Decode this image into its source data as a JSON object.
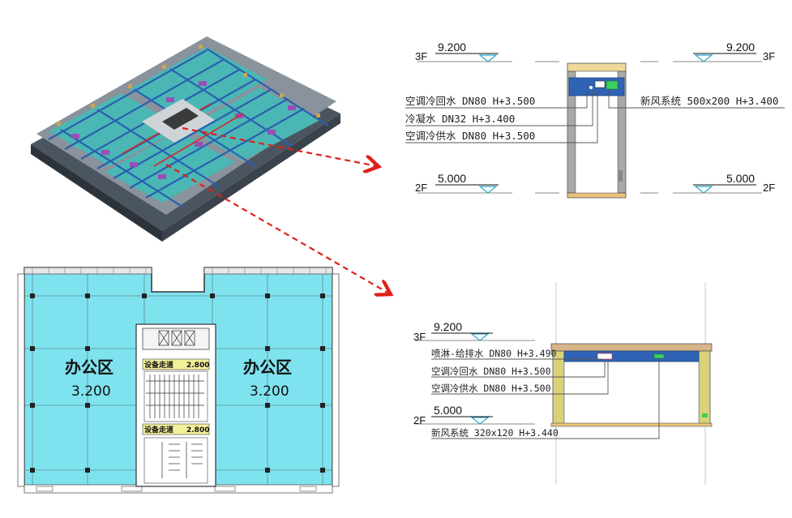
{
  "isometric_model": {
    "description_icon": "building-3d-model-icon"
  },
  "floor_plan": {
    "room_left": {
      "name": "办公区",
      "value": "3.200"
    },
    "room_right": {
      "name": "办公区",
      "value": "3.200"
    },
    "corridor_top": {
      "name": "设备走道",
      "value": "2.800"
    },
    "corridor_bottom": {
      "name": "设备走道",
      "value": "2.800"
    }
  },
  "section_top": {
    "level_upper": "3F",
    "level_lower": "2F",
    "elev_upper_left": "9.200",
    "elev_upper_right": "9.200",
    "elev_lower_left": "5.000",
    "elev_lower_right": "5.000",
    "level_upper_right": "3F",
    "level_lower_right": "2F",
    "annotations_left": [
      "空调冷回水 DN80 H+3.500",
      "冷凝水 DN32 H+3.400",
      "空调冷供水 DN80 H+3.500"
    ],
    "annotation_right": "新风系统 500x200 H+3.400"
  },
  "section_bottom": {
    "level_upper": "3F",
    "level_lower": "2F",
    "elev_upper": "9.200",
    "elev_lower": "5.000",
    "annotations": [
      "喷淋-给排水 DN80 H+3.490",
      "空调冷回水 DN80 H+3.500",
      "空调冷供水 DN80 H+3.500"
    ],
    "annotation_bottom": "新风系统 320x120 H+3.440"
  },
  "colors": {
    "plan_fill": "#7fe3ef",
    "duct_blue": "#2f63b5",
    "column_grey": "#9a9a9a",
    "beam_yellow": "#d9d27a",
    "pointer_red": "#e0201a",
    "equip_green": "#39d15a"
  }
}
